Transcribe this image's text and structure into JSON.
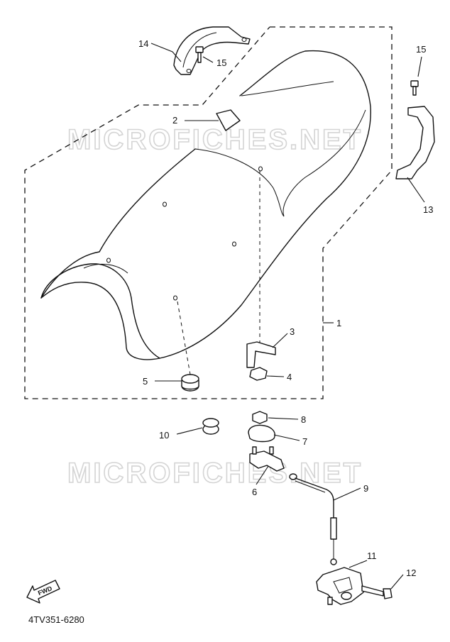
{
  "watermark": "MICROFICHES.NET",
  "drawing_code": "4TV351-6280",
  "fwd_label": "FWD",
  "callouts": {
    "c1": "1",
    "c2": "2",
    "c3": "3",
    "c4": "4",
    "c5": "5",
    "c6": "6",
    "c7": "7",
    "c8": "8",
    "c9": "9",
    "c10": "10",
    "c11": "11",
    "c12": "12",
    "c13": "13",
    "c14": "14",
    "c15a": "15",
    "c15b": "15"
  }
}
